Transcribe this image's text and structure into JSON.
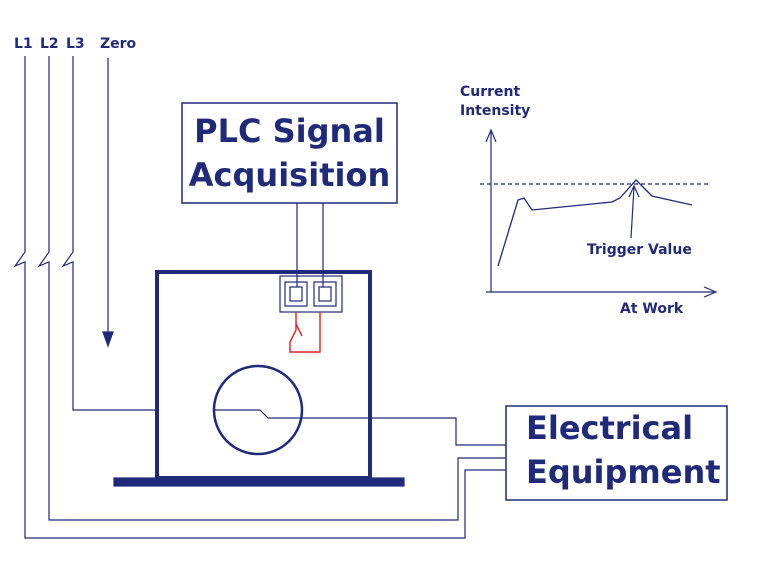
{
  "lines": {
    "l1": "L1",
    "l2": "L2",
    "l3": "L3",
    "zero": "Zero"
  },
  "plc_box": {
    "line1": "PLC Signal",
    "line2": "Acquisition"
  },
  "equipment_box": {
    "line1": "Electrical",
    "line2": "Equipment"
  },
  "graph": {
    "y_label_line1": "Current",
    "y_label_line2": "Intensity",
    "x_label": "At Work",
    "trigger_label": "Trigger Value"
  },
  "colors": {
    "primary": "#1f2a7a",
    "signal": "#e02020"
  }
}
